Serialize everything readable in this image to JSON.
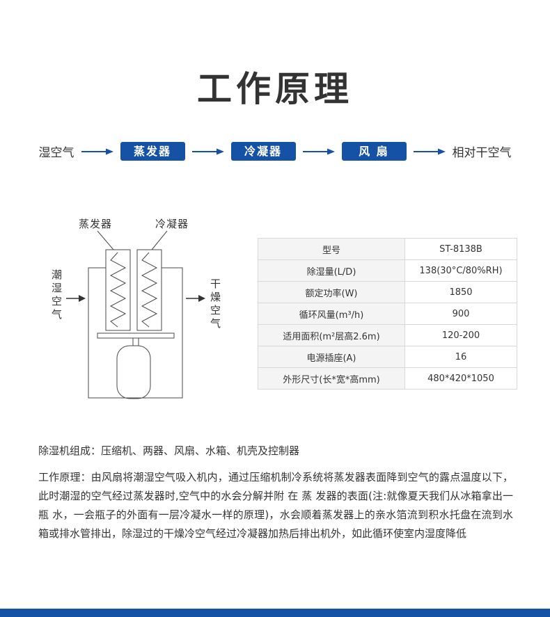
{
  "page": {
    "title": "工作原理"
  },
  "flow": {
    "input_label": "湿空气",
    "steps": [
      {
        "label": "蒸发器"
      },
      {
        "label": "冷凝器"
      },
      {
        "label": "风 扇"
      }
    ],
    "output_label": "相对干空气"
  },
  "diagram": {
    "evaporator_label": "蒸发器",
    "condenser_label": "冷凝器",
    "wet_air_label": "潮湿空气",
    "dry_air_label": "干燥空气"
  },
  "spec_table": {
    "rows": [
      {
        "label": "型号",
        "value": "ST-8138B"
      },
      {
        "label": "除湿量(L/D)",
        "value": "138(30°C/80%RH)"
      },
      {
        "label": "额定功率(W)",
        "value": "1850"
      },
      {
        "label": "循环风量(m³/h)",
        "value": "900"
      },
      {
        "label": "适用面积(m²层高2.6m)",
        "value": "120-200"
      },
      {
        "label": "电源插座(A)",
        "value": "16"
      },
      {
        "label": "外形尺寸(长*宽*高mm)",
        "value": "480*420*1050"
      }
    ]
  },
  "description": {
    "composition": "除湿机组成：压缩机、两器、风扇、水箱、机壳及控制器",
    "principle": "工作原理：由风扇将潮湿空气吸入机内，通过压缩机制冷系统将蒸发器表面降到空气的露点温度以下，此时潮湿的空气经过蒸发器时,空气中的水会分解并附 在 蒸 发器的表面(注:就像夏天我们从冰箱拿出一瓶 水，一会瓶子的外面有一层冷凝水一样的原理)，水会顺着蒸发器上的亲水箔流到积水托盘在流到水箱或排水管排出，除湿过的干燥冷空气经过冷凝器加热后排出机外，如此循环使室内湿度降低"
  },
  "colors": {
    "accent_blue": "#1552a5",
    "diagram_line": "#4a4a4a"
  }
}
